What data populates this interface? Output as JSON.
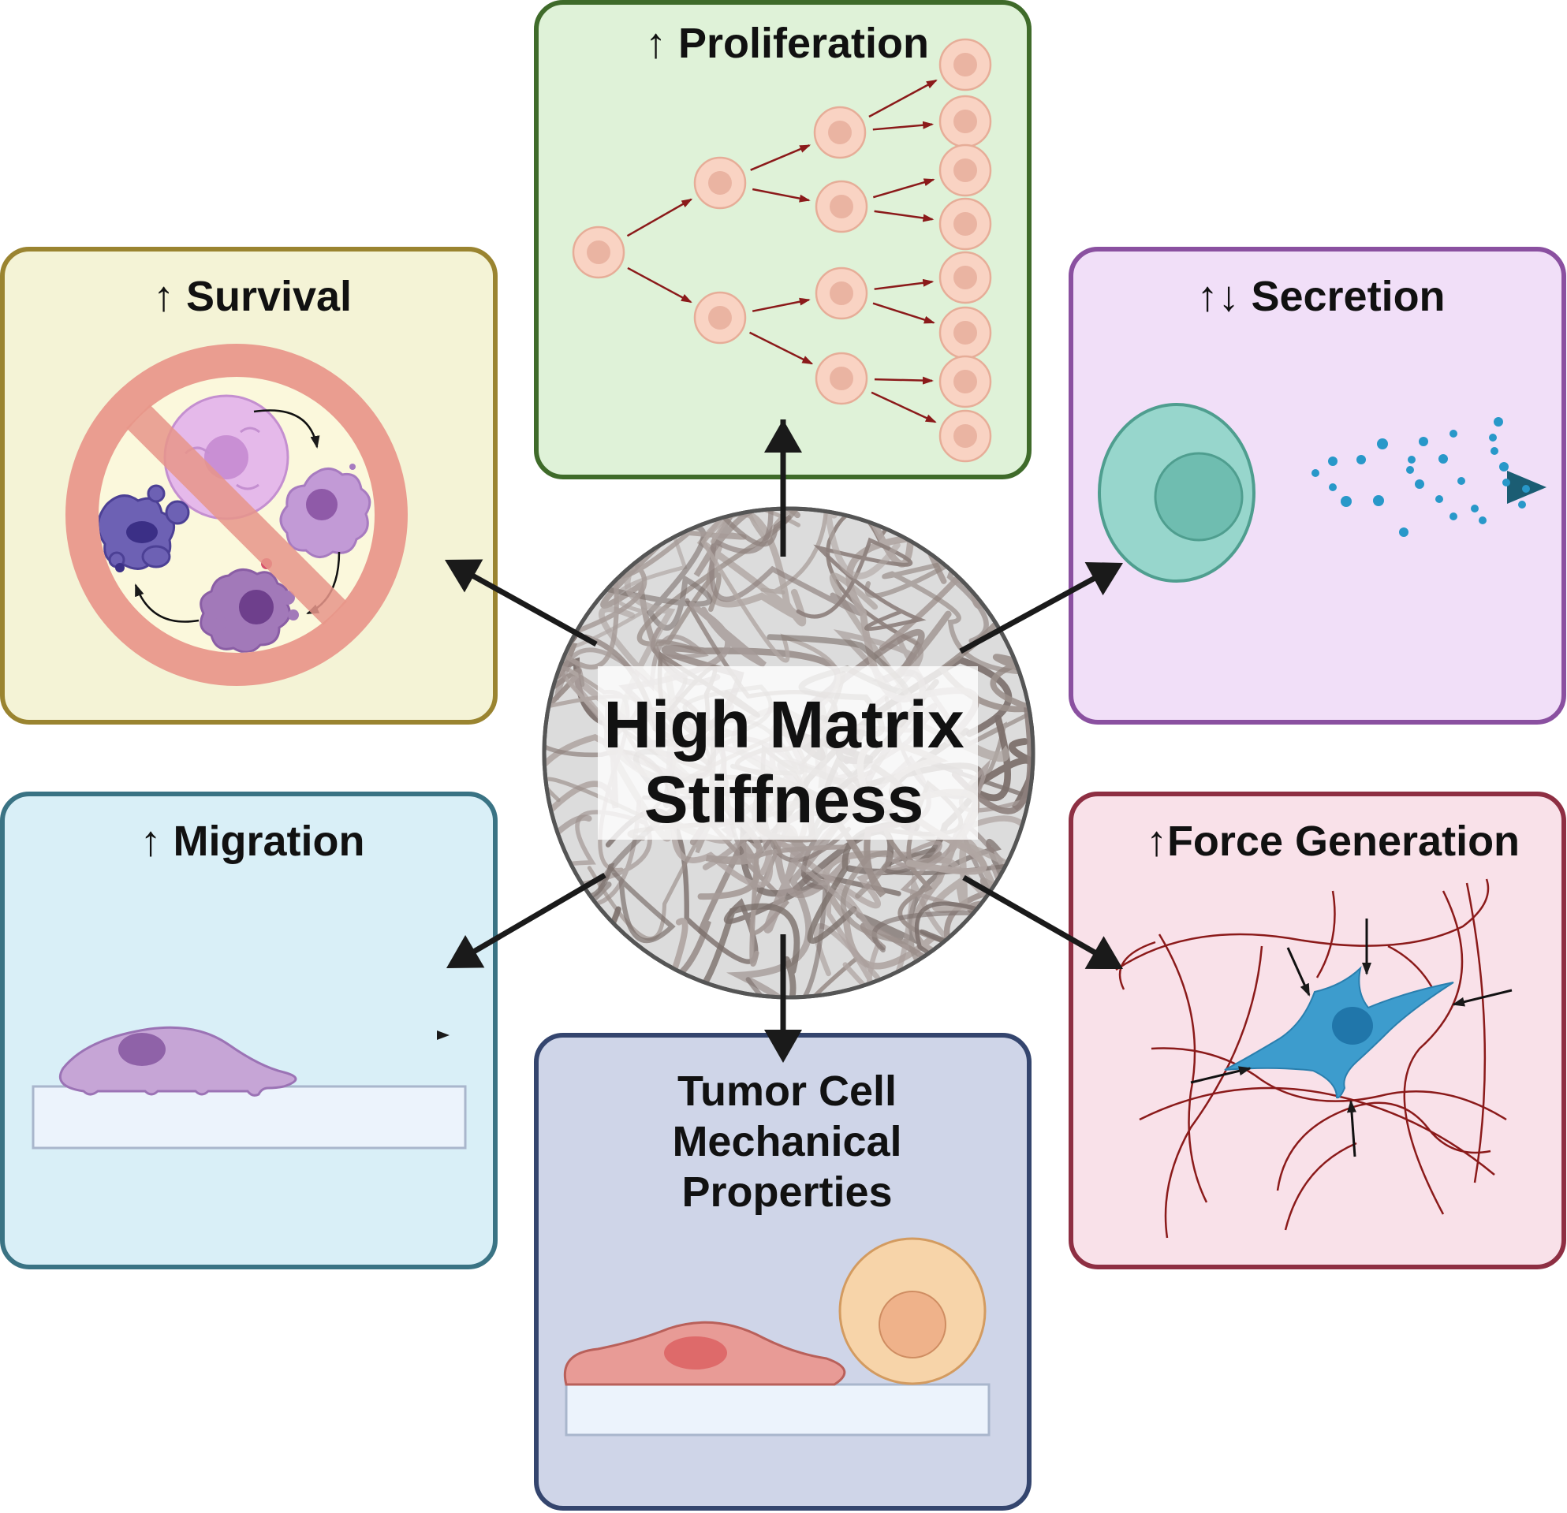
{
  "center": {
    "line1": "High Matrix",
    "line2": "Stiffness"
  },
  "panels": {
    "proliferation": {
      "title": "↑ Proliferation",
      "border": "#3f6b2a",
      "fill": "#dff2d8"
    },
    "survival": {
      "title": "↑ Survival",
      "border": "#9a8430",
      "fill": "#f4f3d6"
    },
    "secretion": {
      "title": "↑↓ Secretion",
      "border": "#8a50a0",
      "fill": "#f1dff8"
    },
    "migration": {
      "title": "↑ Migration",
      "border": "#3a7384",
      "fill": "#d9eff7"
    },
    "force": {
      "title": "↑Force Generation",
      "border": "#8e2f43",
      "fill": "#f9e1e9"
    },
    "mechanical": {
      "title_lines": [
        "Tumor Cell",
        "Mechanical",
        "Properties"
      ],
      "border": "#34456e",
      "fill": "#cfd5e8"
    }
  },
  "colors": {
    "arrow": "#1a1a1a",
    "fiber": "#8d807c",
    "cell_pink": "#f9d3c3",
    "cell_pink_nucleus": "#eab4a2",
    "division_arrow": "#8b1a1a",
    "secretion_cell": "#97d6cc",
    "secretion_nucleus": "#6fbdb0",
    "secretion_dots": "#2898c9",
    "stop_sign": "#e8968a",
    "migrating_cell": "#c6a5d6",
    "migrating_nucleus": "#8f62a8",
    "substrate": "#ecf3fc",
    "spread_cell": "#e89b96",
    "spread_nucleus": "#de6a6a",
    "round_cell": "#f7d4a9",
    "round_nucleus": "#efb28a",
    "force_cell": "#3d9ccd",
    "force_nucleus": "#2076aa",
    "force_fiber": "#8b1a1a"
  }
}
